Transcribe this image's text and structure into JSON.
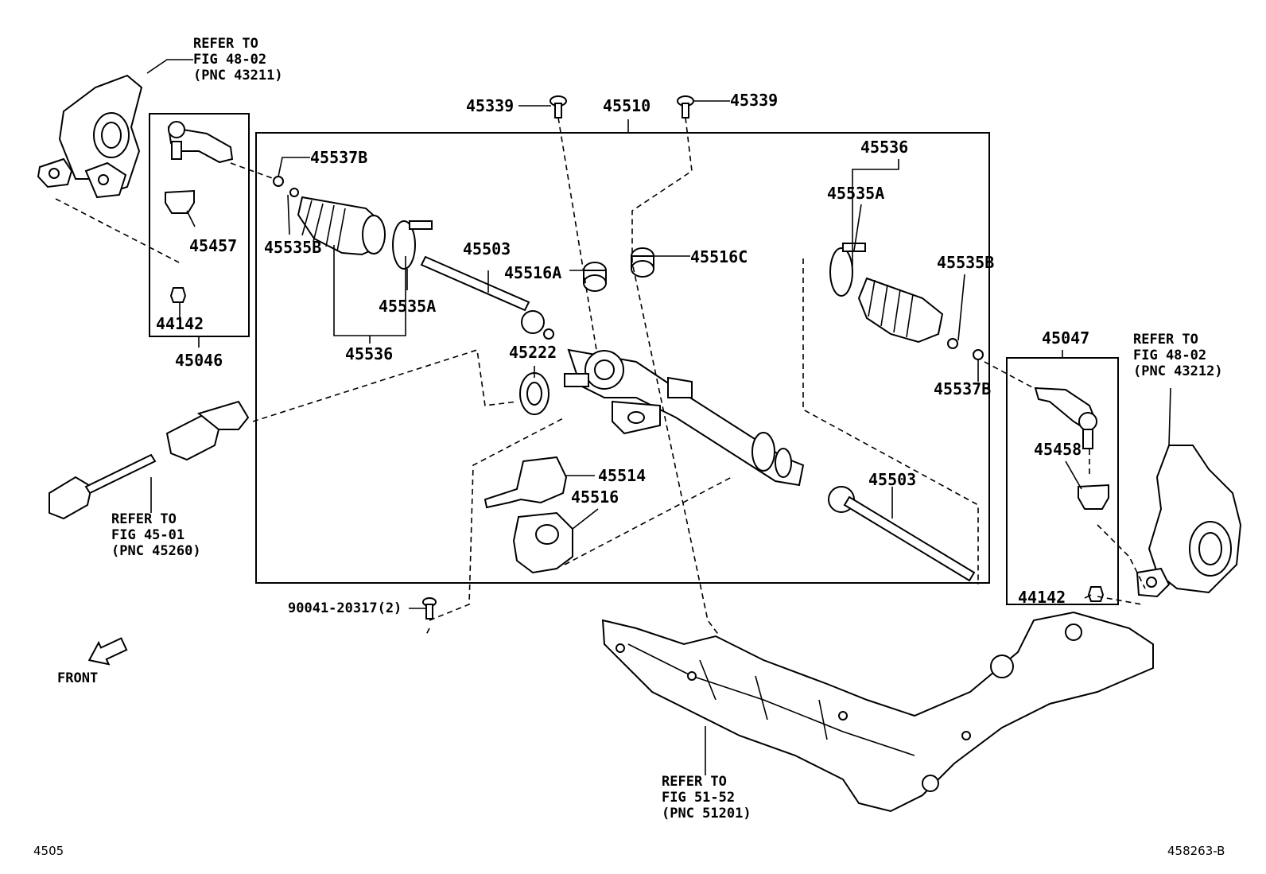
{
  "labels": {
    "refer_48_02_l1": "REFER TO",
    "refer_48_02_l2": "FIG 48-02",
    "refer_48_02_l3": "(PNC 43211)",
    "refer_48_02b_l1": "REFER TO",
    "refer_48_02b_l2": "FIG 48-02",
    "refer_48_02b_l3": "(PNC 43212)",
    "refer_45_01_l1": "REFER TO",
    "refer_45_01_l2": "FIG 45-01",
    "refer_45_01_l3": "(PNC 45260)",
    "refer_51_52_l1": "REFER TO",
    "refer_51_52_l2": "FIG 51-52",
    "refer_51_52_l3": "(PNC 51201)",
    "p45339_left": "45339",
    "p45339_right": "45339",
    "p45510": "45510",
    "p45537B_left": "45537B",
    "p45535B_left": "45535B",
    "p45457": "45457",
    "p44142_left": "44142",
    "p45046": "45046",
    "p45503_top": "45503",
    "p45516A": "45516A",
    "p45516C": "45516C",
    "p45535A_left": "45535A",
    "p45536_left": "45536",
    "p45222": "45222",
    "p45536_right": "45536",
    "p45535A_right": "45535A",
    "p45535B_right": "45535B",
    "p45537B_right": "45537B",
    "p45047": "45047",
    "p45458": "45458",
    "p44142_right": "44142",
    "p45514": "45514",
    "p45516": "45516",
    "p45503_bottom": "45503",
    "bolt": "90041-20317(2)",
    "front": "FRONT",
    "page_code": "4505",
    "drawing_id": "458263-B"
  }
}
